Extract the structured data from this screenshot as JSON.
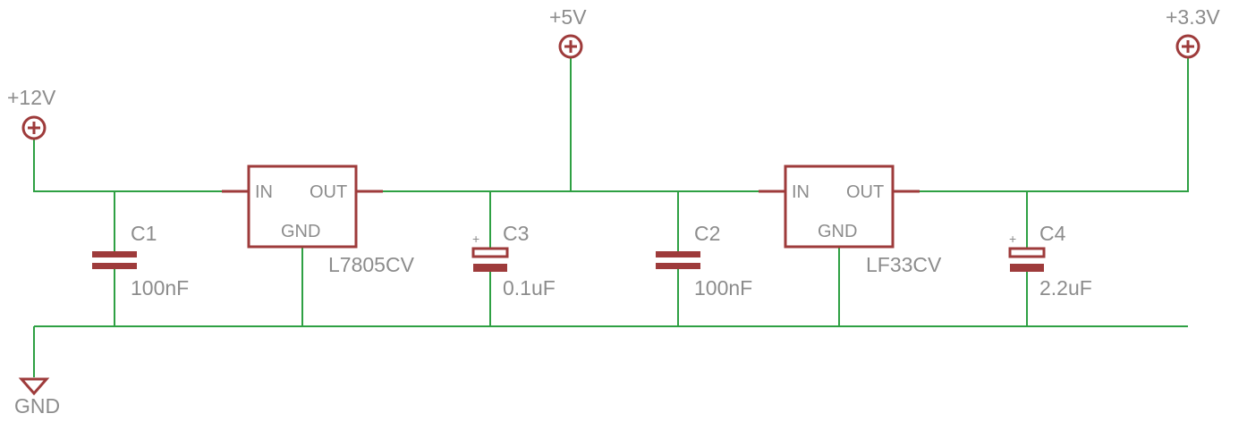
{
  "rails": {
    "v12": "+12V",
    "v5": "+5V",
    "v33": "+3.3V",
    "gnd": "GND"
  },
  "regulators": [
    {
      "name": "L7805CV",
      "pin_in": "IN",
      "pin_out": "OUT",
      "pin_gnd": "GND"
    },
    {
      "name": "LF33CV",
      "pin_in": "IN",
      "pin_out": "OUT",
      "pin_gnd": "GND"
    }
  ],
  "capacitors": [
    {
      "ref": "C1",
      "value": "100nF"
    },
    {
      "ref": "C3",
      "value": "0.1uF",
      "polarity": "+"
    },
    {
      "ref": "C2",
      "value": "100nF"
    },
    {
      "ref": "C4",
      "value": "2.2uF",
      "polarity": "+"
    }
  ],
  "colors": {
    "wire": "#2ea043",
    "symbol": "#9e3b3b",
    "label": "#8c8c8c"
  }
}
